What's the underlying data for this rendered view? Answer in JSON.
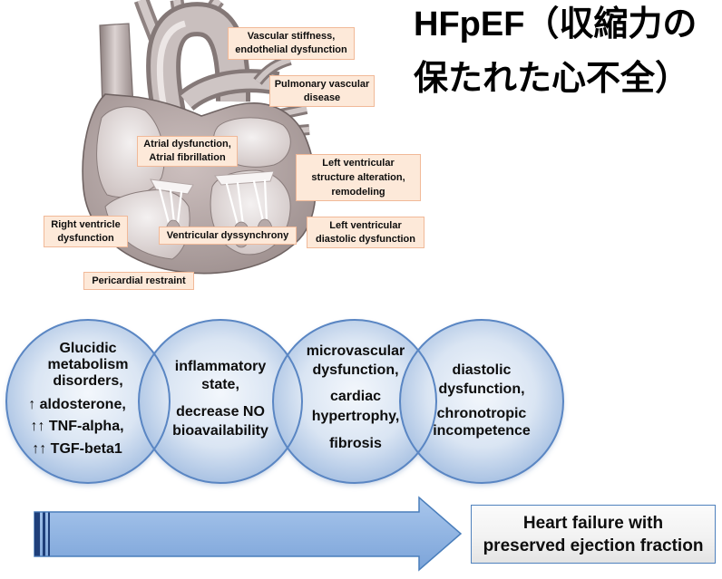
{
  "title": {
    "line1": "HFpEF（収縮力の",
    "line2": "保たれた心不全）"
  },
  "heart_diagram": {
    "labels": [
      {
        "lines": [
          "Vascular stiffness,",
          "endothelial dysfunction"
        ]
      },
      {
        "lines": [
          "Pulmonary vascular",
          "disease"
        ]
      },
      {
        "lines": [
          "Atrial dysfunction,",
          "Atrial fibrillation"
        ]
      },
      {
        "lines": [
          "Left ventricular",
          "structure alteration,",
          "remodeling"
        ]
      },
      {
        "lines": [
          "Right ventricle",
          "dysfunction"
        ]
      },
      {
        "lines": [
          "Ventricular dyssynchrony"
        ]
      },
      {
        "lines": [
          "Left ventricular",
          "diastolic dysfunction"
        ]
      },
      {
        "lines": [
          "Pericardial restraint"
        ]
      }
    ]
  },
  "mechanism_circles": [
    {
      "lines": [
        "Glucidic",
        "metabolism",
        "disorders,",
        "↑ aldosterone,",
        "↑↑ TNF-alpha,",
        "↑↑ TGF-beta1"
      ]
    },
    {
      "lines": [
        "inflammatory",
        "state,",
        "decrease NO",
        "bioavailability"
      ]
    },
    {
      "lines": [
        "microvascular",
        "dysfunction,",
        "cardiac",
        "hypertrophy,",
        "fibrosis"
      ]
    },
    {
      "lines": [
        "diastolic",
        "dysfunction,",
        "chronotropic",
        "incompetence"
      ]
    }
  ],
  "outcome": {
    "lines": [
      "Heart failure with",
      "preserved ejection fraction"
    ]
  },
  "colors": {
    "label_fill": "#fde9d9",
    "label_border": "#f1b998",
    "circle_fill_center": "#f3f7fc",
    "circle_fill_edge": "#a9c2e3",
    "circle_border": "#5a86c3",
    "arrow_fill_top": "#a8c6ec",
    "arrow_fill_bottom": "#7ca4d9",
    "arrow_border": "#4a7ebb",
    "arrow_stripes": "#1f3f7a",
    "outcome_fill": "#f2f2f2",
    "outcome_border": "#4f81bd",
    "text": "#0d0d0d"
  }
}
